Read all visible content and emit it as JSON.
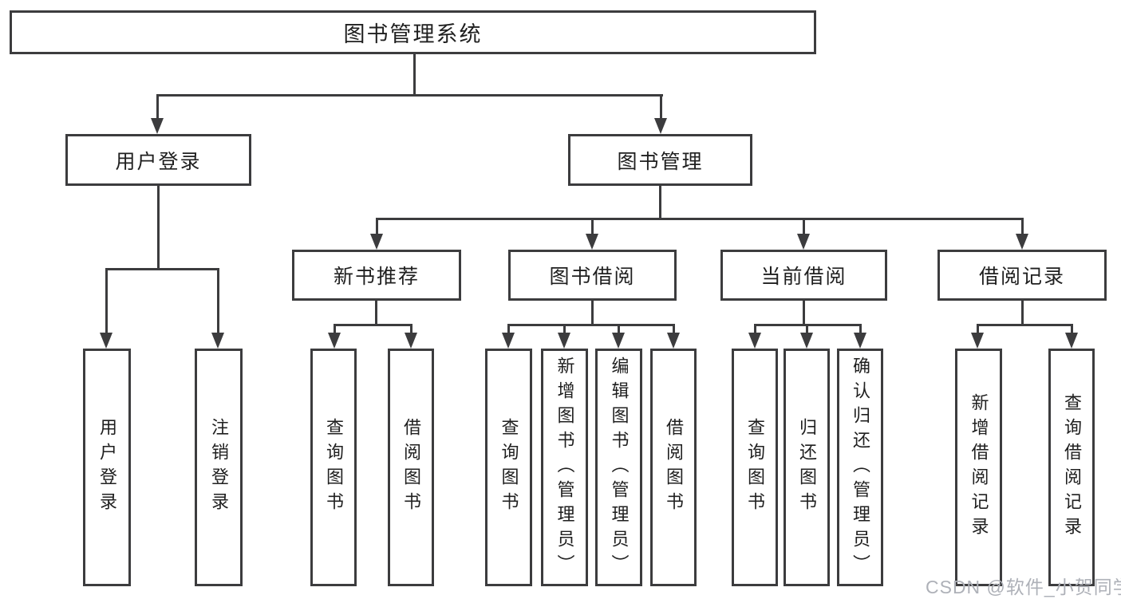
{
  "root": {
    "label": "图书管理系统"
  },
  "level2": [
    {
      "label": "用户登录"
    },
    {
      "label": "图书管理"
    }
  ],
  "level3": [
    {
      "label": "新书推荐"
    },
    {
      "label": "图书借阅"
    },
    {
      "label": "当前借阅"
    },
    {
      "label": "借阅记录"
    }
  ],
  "level4": [
    {
      "label": "用户登录"
    },
    {
      "label": "注销登录"
    },
    {
      "label": "查询图书"
    },
    {
      "label": "借阅图书"
    },
    {
      "label": "查询图书"
    },
    {
      "label": "新增图书（管理员）"
    },
    {
      "label": "编辑图书（管理员）"
    },
    {
      "label": "借阅图书"
    },
    {
      "label": "查询图书"
    },
    {
      "label": "归还图书"
    },
    {
      "label": "确认归还（管理员）"
    },
    {
      "label": "新增借阅记录"
    },
    {
      "label": "查询借阅记录"
    }
  ],
  "watermark": {
    "text": "CSDN @软件_小贺同学"
  },
  "colors": {
    "stroke": "#3c3c3e",
    "text": "#1f1f1f",
    "watermark": "#aeb1b8",
    "background": "#ffffff"
  }
}
